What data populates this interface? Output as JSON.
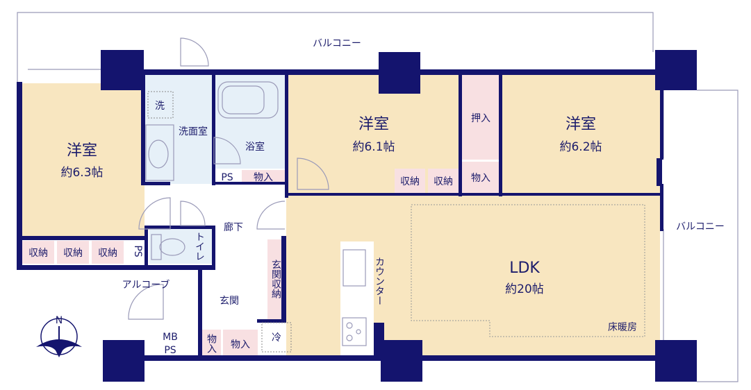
{
  "colors": {
    "wall": "#14146e",
    "room_western": "#f8e6c0",
    "room_wet": "#e6f0f8",
    "storage": "#f8e0e2",
    "text": "#1c1c6b"
  },
  "labels": {
    "balcony_top": "バルコニー",
    "balcony_right": "バルコニー",
    "room1": {
      "name": "洋室",
      "size": "約6.3帖"
    },
    "room2": {
      "name": "洋室",
      "size": "約6.1帖"
    },
    "room3": {
      "name": "洋室",
      "size": "約6.2帖"
    },
    "ldk": {
      "name": "LDK",
      "size": "約20帖"
    },
    "washer": "洗",
    "washroom": "洗面室",
    "bath": "浴室",
    "ps": "PS",
    "storage": "物入",
    "closet": "収納",
    "oshiire": "押入",
    "hallway": "廊下",
    "toilet": "トイレ",
    "entrance_storage": "玄関収納",
    "entrance": "玄関",
    "alcove": "アルコーブ",
    "mb": "MB",
    "fridge": "冷",
    "counter": "カウンター",
    "floor_heating": "床暖房",
    "north": "N"
  },
  "icons": [
    "compass-icon",
    "bathtub-icon",
    "toilet-icon",
    "sink-icon",
    "stove-icon"
  ]
}
